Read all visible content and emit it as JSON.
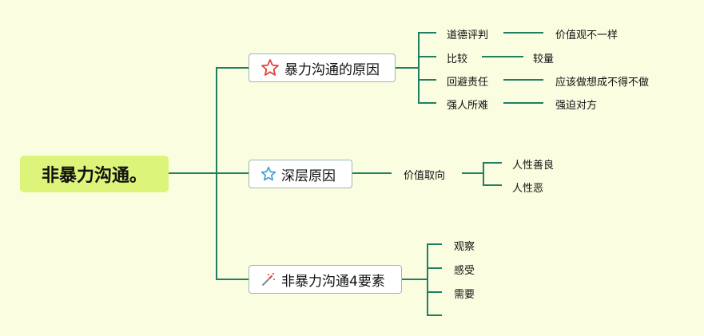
{
  "root": {
    "label": "非暴力沟通。"
  },
  "branches": [
    {
      "label": "暴力沟通的原因",
      "icon": "star-outline-red-icon",
      "children": [
        {
          "label": "道德评判",
          "child": "价值观不一样"
        },
        {
          "label": "比较",
          "child": "较量"
        },
        {
          "label": "回避责任",
          "child": "应该做想成不得不做"
        },
        {
          "label": "强人所难",
          "child": "强迫对方"
        }
      ]
    },
    {
      "label": "深层原因",
      "icon": "star-outline-blue-icon",
      "children": [
        {
          "label": "价值取向",
          "children": [
            "人性善良",
            "人性恶"
          ]
        }
      ]
    },
    {
      "label": "非暴力沟通4要素",
      "icon": "magic-wand-icon",
      "children": [
        {
          "label": "观察"
        },
        {
          "label": "感受"
        },
        {
          "label": "需要"
        },
        {
          "label": ""
        }
      ]
    }
  ],
  "colors": {
    "background": "#fafde0",
    "connector": "#1f7f63",
    "root_fill": "#ddf47a",
    "box_border": "#9db7b4",
    "star_red": "#e0453a",
    "star_blue": "#3ba0d8"
  }
}
